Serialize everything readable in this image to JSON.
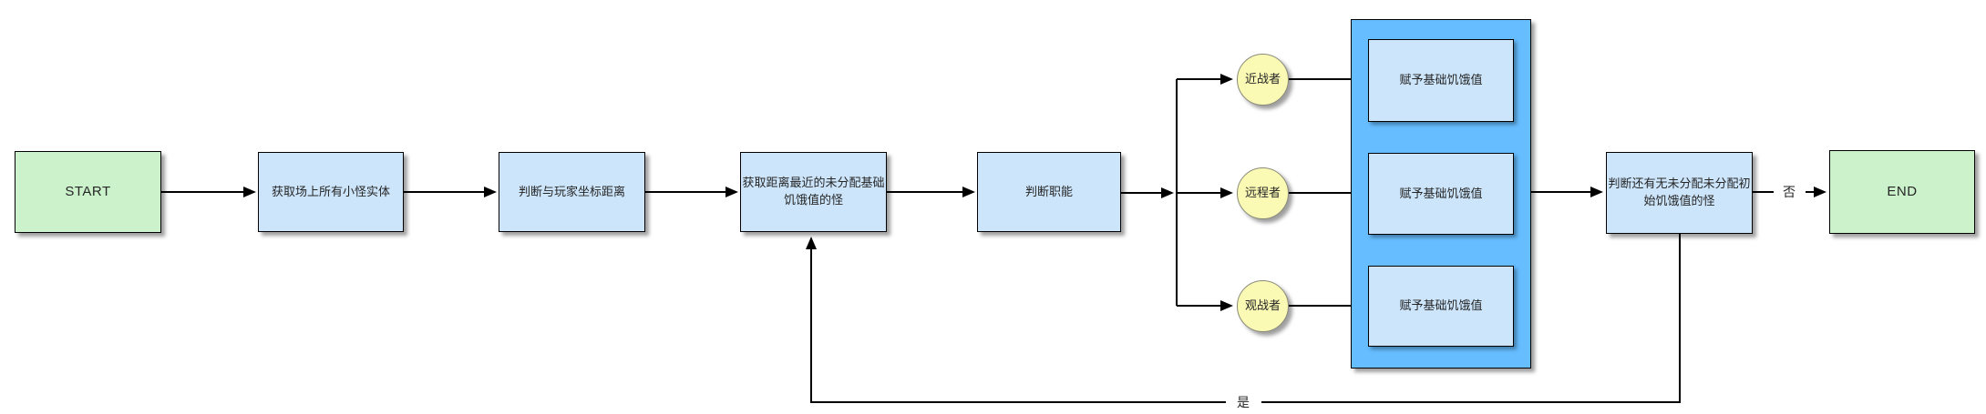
{
  "diagram": {
    "type": "flowchart",
    "nodes": [
      {
        "id": "start",
        "shape": "terminal",
        "label": "START"
      },
      {
        "id": "get-all-monsters",
        "shape": "process",
        "label": "获取场上所有小怪实体"
      },
      {
        "id": "judge-distance",
        "shape": "process",
        "label": "判断与玩家坐标距离"
      },
      {
        "id": "get-nearest",
        "shape": "process",
        "label": "获取距离最近的未分配基础饥饿值的怪"
      },
      {
        "id": "judge-role",
        "shape": "process",
        "label": "判断职能"
      },
      {
        "id": "melee",
        "shape": "circle",
        "label": "近战者"
      },
      {
        "id": "ranged",
        "shape": "circle",
        "label": "远程者"
      },
      {
        "id": "spectator",
        "shape": "circle",
        "label": "观战者"
      },
      {
        "id": "assign-melee",
        "shape": "process",
        "label": "赋予基础饥饿值"
      },
      {
        "id": "assign-ranged",
        "shape": "process",
        "label": "赋予基础饥饿值"
      },
      {
        "id": "assign-spectator",
        "shape": "process",
        "label": "赋予基础饥饿值"
      },
      {
        "id": "judge-remaining",
        "shape": "process",
        "label": "判断还有无未分配未分配初始饥饿值的怪"
      },
      {
        "id": "end",
        "shape": "terminal",
        "label": "END"
      }
    ],
    "edge_labels": {
      "yes": "是",
      "no": "否"
    },
    "colors": {
      "terminal_fill": "#ccf2cc",
      "process_fill": "#cce5fb",
      "group_fill": "#66bdff",
      "circle_fill": "#fafab4",
      "line": "#000000",
      "border": "#000000",
      "text": "#262626"
    }
  }
}
